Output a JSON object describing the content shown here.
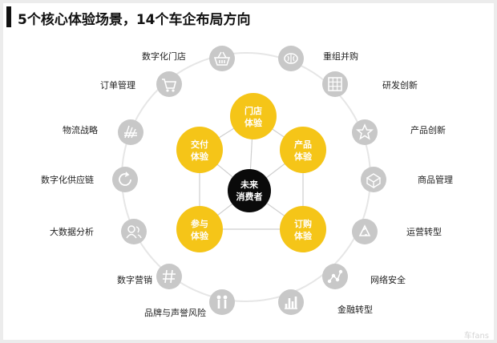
{
  "title": "5个核心体验场景，14个车企布局方向",
  "center": {
    "line1": "未来",
    "line2": "消费者"
  },
  "core_scenes": [
    {
      "line1": "门店",
      "line2": "体验"
    },
    {
      "line1": "产品",
      "line2": "体验"
    },
    {
      "line1": "订购",
      "line2": "体验"
    },
    {
      "line1": "参与",
      "line2": "体验"
    },
    {
      "line1": "交付",
      "line2": "体验"
    }
  ],
  "directions": [
    {
      "label": "重组并购",
      "icon": "brain-icon"
    },
    {
      "label": "研发创新",
      "icon": "grid-icon"
    },
    {
      "label": "产品创新",
      "icon": "star-icon"
    },
    {
      "label": "商品管理",
      "icon": "boxes-icon"
    },
    {
      "label": "运营转型",
      "icon": "recycle-icon"
    },
    {
      "label": "网络安全",
      "icon": "network-icon"
    },
    {
      "label": "金融转型",
      "icon": "bar-chart-icon"
    },
    {
      "label": "品牌与声誉风险",
      "icon": "people-icon"
    },
    {
      "label": "数字营销",
      "icon": "hashtag-icon"
    },
    {
      "label": "大数据分析",
      "icon": "users-icon"
    },
    {
      "label": "数字化供应链",
      "icon": "refresh-icon"
    },
    {
      "label": "物流战略",
      "icon": "hand-icon"
    },
    {
      "label": "订单管理",
      "icon": "cart-icon"
    },
    {
      "label": "数字化门店",
      "icon": "basket-icon"
    }
  ],
  "watermark": "车fans",
  "colors": {
    "core": "#f5c518",
    "center": "#0a0a0a",
    "icon": "#c8c8c8",
    "ring": "#e6e6e6"
  }
}
